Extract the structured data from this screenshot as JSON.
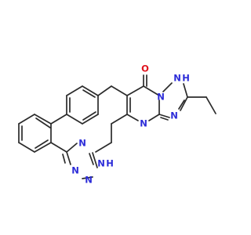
{
  "molecule": {
    "atoms": [
      {
        "id": "o1",
        "label": "O",
        "element": "O"
      },
      {
        "id": "n1",
        "label": "N",
        "element": "N"
      },
      {
        "id": "nh1",
        "label": "N",
        "sub": "H",
        "element": "N"
      },
      {
        "id": "n3",
        "label": "N",
        "element": "N"
      },
      {
        "id": "n4",
        "label": "N",
        "element": "N"
      },
      {
        "id": "tn1",
        "label": "N",
        "element": "N"
      },
      {
        "id": "tn2",
        "label": "N",
        "element": "N"
      },
      {
        "id": "tn3",
        "label": "N",
        "element": "N"
      },
      {
        "id": "tnh",
        "label": "N",
        "sub": "H",
        "element": "N"
      }
    ],
    "colors": {
      "carbon_bond": "#2b2b2b",
      "nitrogen": "#2b2bd8",
      "oxygen": "#e0141e",
      "background": "#ffffff"
    }
  }
}
